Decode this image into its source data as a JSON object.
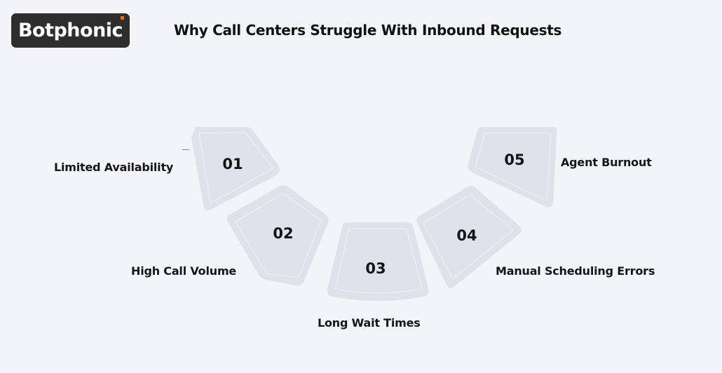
{
  "logo": {
    "text": "Botphonic",
    "accent_color": "#f26522",
    "bg_color": "#2e2e2e"
  },
  "title": "Why Call Centers Struggle With Inbound Requests",
  "segment_color": "#dfe2ea",
  "segments": [
    {
      "number": "01",
      "label": "Limited Availability"
    },
    {
      "number": "02",
      "label": "High Call Volume"
    },
    {
      "number": "03",
      "label": "Long Wait Times"
    },
    {
      "number": "04",
      "label": "Manual Scheduling Errors"
    },
    {
      "number": "05",
      "label": "Agent Burnout"
    }
  ]
}
